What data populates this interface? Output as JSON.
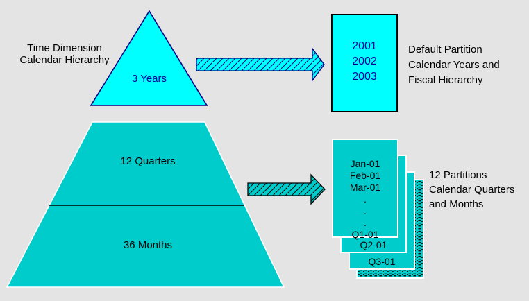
{
  "colors": {
    "background": "#e4e4e4",
    "bright_cyan": "#00ffff",
    "teal": "#00cccc",
    "navy_text": "#00009c",
    "navy_stroke": "#000080",
    "black": "#000000",
    "white_border": "#ffffff"
  },
  "top": {
    "title": {
      "lines": [
        "Time Dimension",
        "Calendar Hierarchy"
      ]
    },
    "pyramid_label": "3 Years",
    "box_years": [
      "2001",
      "2002",
      "2003"
    ],
    "caption": {
      "lines": [
        "Default Partition",
        "Calendar Years and",
        "Fiscal Hierarchy"
      ]
    }
  },
  "bottom": {
    "quarters_label": "12 Quarters",
    "months_label": "36 Months",
    "stack": {
      "months": [
        "Jan-01",
        "Feb-01",
        "Mar-01"
      ],
      "ellipsis": [
        ".",
        ".",
        "."
      ],
      "q1": "Q1-01",
      "q2": "Q2-01",
      "q3": "Q3-01"
    },
    "caption": {
      "lines": [
        "12 Partitions",
        "Calendar Quarters",
        "and Months"
      ]
    }
  }
}
